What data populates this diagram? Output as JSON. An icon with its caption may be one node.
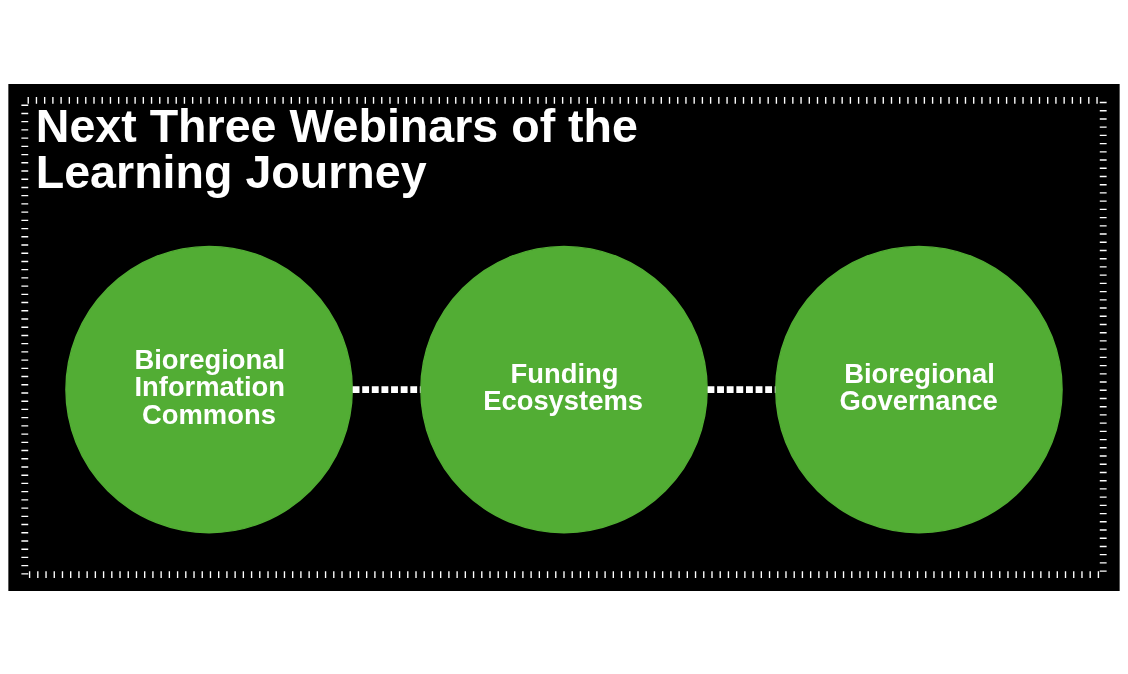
{
  "diagram": {
    "nodes": [
      {
        "text": [
          "Next Three Webinars of the Learning Journey"
        ]
      },
      {
        "text": [
          "Bioregional Information Commons"
        ],
        "in": 0
      },
      {
        "text": [
          "Funding Ecosystems"
        ],
        "in": 0
      },
      {
        "text": [
          "Bioregional Governance"
        ],
        "in": 0
      }
    ],
    "edges": [
      {
        "from": 1,
        "to": 2,
        "arrow": "none",
        "style": "dashed"
      },
      {
        "from": 2,
        "to": 3,
        "arrow": "none",
        "style": "dashed"
      }
    ]
  }
}
